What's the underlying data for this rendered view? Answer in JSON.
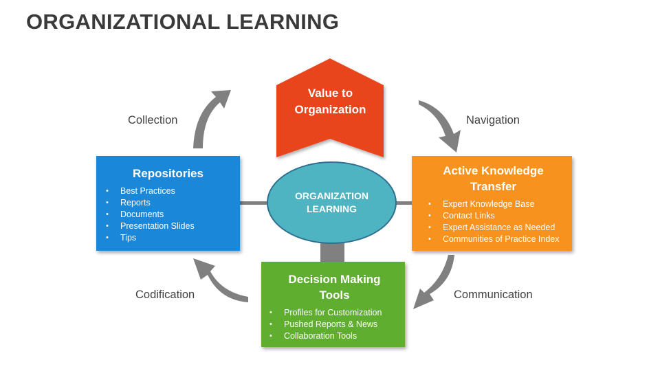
{
  "title": "ORGANIZATIONAL LEARNING",
  "center": {
    "line1": "ORGANIZATION",
    "line2": "LEARNING"
  },
  "value": {
    "line1": "Value to",
    "line2": "Organization"
  },
  "repositories": {
    "title": "Repositories",
    "items": [
      "Best Practices",
      "Reports",
      "Documents",
      "Presentation Slides",
      "Tips"
    ]
  },
  "active_transfer": {
    "title_line1": "Active Knowledge",
    "title_line2": "Transfer",
    "items": [
      "Expert Knowledge Base",
      "Contact Links",
      "Expert Assistance as Needed",
      "Communities of Practice Index"
    ]
  },
  "decision_tools": {
    "title_line1": "Decision Making",
    "title_line2": "Tools",
    "items": [
      "Profiles for Customization",
      "Pushed Reports & News",
      "Collaboration Tools"
    ]
  },
  "labels": {
    "collection": "Collection",
    "navigation": "Navigation",
    "communication": "Communication",
    "codification": "Codification"
  },
  "colors": {
    "repositories": "#1b87d8",
    "active_transfer": "#f7921e",
    "decision_tools": "#5fae2f",
    "value": "#e8441f",
    "center": "#4eb4c2",
    "arrows": "#808080"
  }
}
